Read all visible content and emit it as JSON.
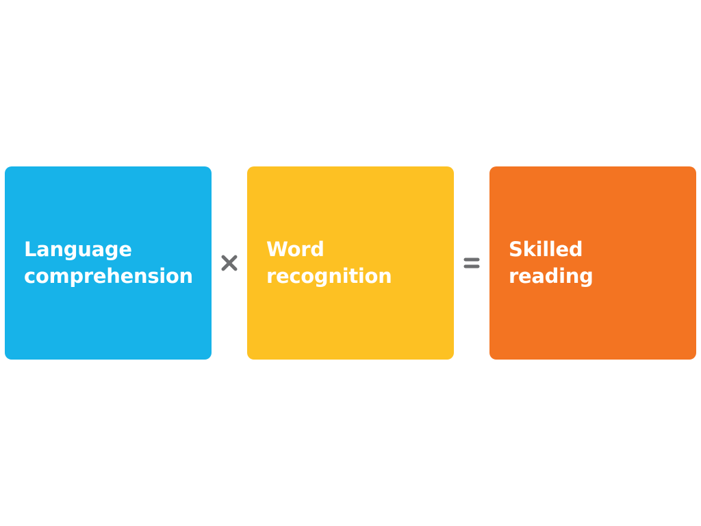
{
  "diagram": {
    "boxes": [
      {
        "label": "Language\ncomprehension",
        "color": "#17b3e9"
      },
      {
        "label": "Word\nrecognition",
        "color": "#fdc123"
      },
      {
        "label": "Skilled\nreading",
        "color": "#f37422"
      }
    ],
    "operators": [
      {
        "symbol": "times-icon",
        "color": "#6d6e70"
      },
      {
        "symbol": "equals-icon",
        "color": "#6d6e70"
      }
    ]
  }
}
